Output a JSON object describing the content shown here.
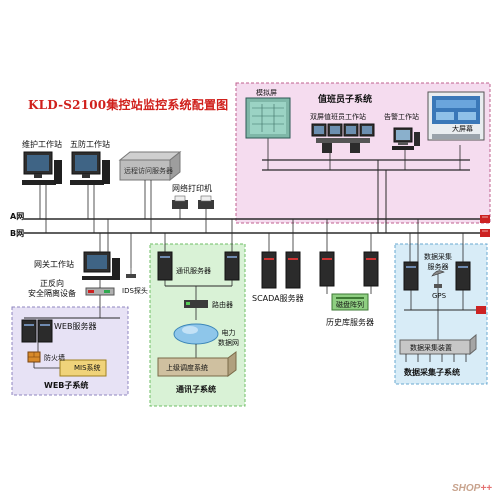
{
  "title": "KLD-S2100集控站监控系统配置图",
  "networks": {
    "a": "A网",
    "b": "B网"
  },
  "stations": {
    "maintenance": "维护工作站",
    "five_defense": "五防工作站",
    "gateway": "网关工作站"
  },
  "remote_server": "远程访问服务器",
  "network_printer": "网络打印机",
  "duty": {
    "title": "值班员子系统",
    "simulation_screen": "模拟屏",
    "dual_screen": "双屏值班员工作站",
    "alarm": "告警工作站",
    "large_screen": "大屏幕"
  },
  "security": {
    "device": "正反向\n安全隔离设备",
    "ids": "IDS探头"
  },
  "web": {
    "server": "WEB服务器",
    "firewall": "防火墙",
    "mis": "MIS系统",
    "title": "WEB子系统"
  },
  "comm": {
    "server": "通讯服务器",
    "router": "路由器",
    "power_net": "电力\n数据网",
    "dispatch": "上级调度系统",
    "title": "通讯子系统"
  },
  "scada": "SCADA服务器",
  "history": {
    "array": "磁盘阵列",
    "server": "历史库服务器"
  },
  "acquisition": {
    "server": "数据采集\n服务器",
    "gps": "GPS",
    "device": "数据采集装置",
    "title": "数据采集子系统"
  },
  "watermark": {
    "text": "SHOP",
    "plus": "++"
  },
  "colors": {
    "title": "#d0201c",
    "bus": "#2a2a2a",
    "duty_zone": "#f5dcef",
    "duty_border": "#c0608f",
    "web_zone": "#e7e2f5",
    "web_border": "#8f86c0",
    "comm_zone": "#d9f2d6",
    "comm_border": "#6fbf66",
    "acq_zone": "#d8ecf7",
    "acq_border": "#6aaad2",
    "red_box": "#cc2222"
  }
}
